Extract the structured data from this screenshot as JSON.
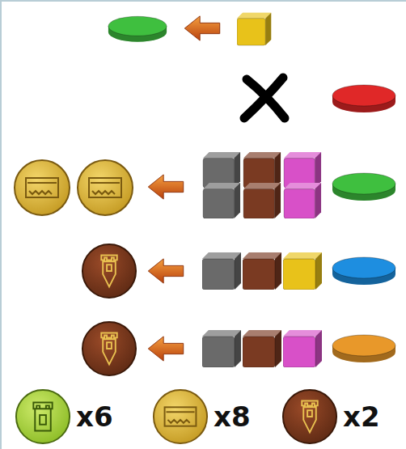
{
  "diagram": {
    "labels": [
      "x6",
      "x8",
      "x2"
    ]
  }
}
